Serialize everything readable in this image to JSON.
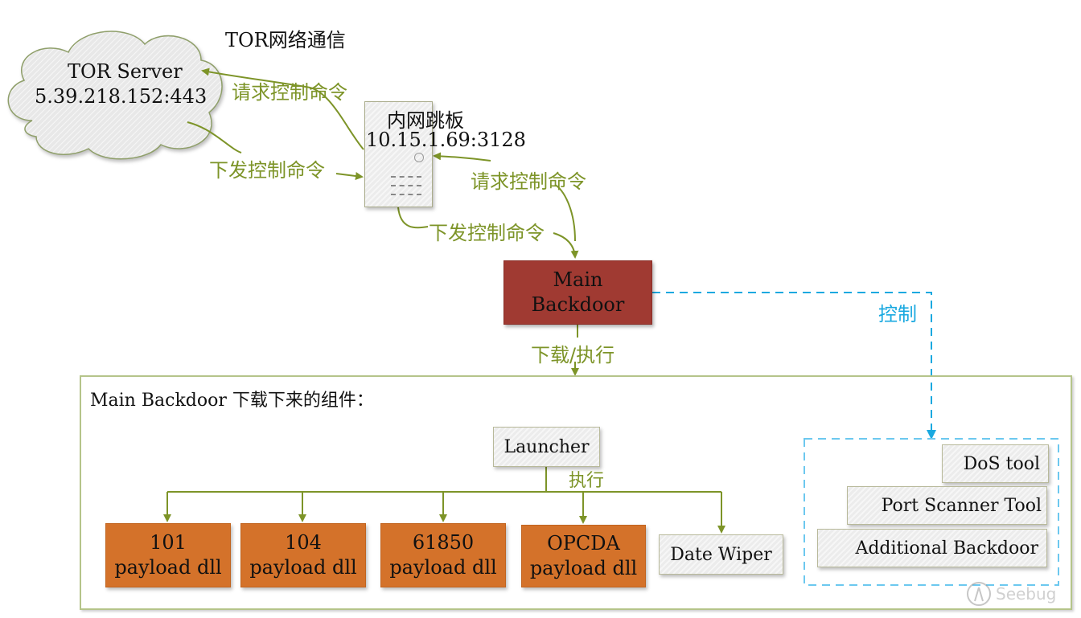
{
  "title": "TOR网络通信",
  "tor_server": {
    "name": "TOR Server",
    "address": "5.39.218.152:443"
  },
  "jump_host": {
    "name": "内网跳板",
    "address": "10.15.1.69:3128"
  },
  "edges": {
    "request_cmd_1": "请求控制命令",
    "issue_cmd_1": "下发控制命令",
    "request_cmd_2": "请求控制命令",
    "issue_cmd_2": "下发控制命令",
    "download_execute": "下载/执行",
    "control": "控制",
    "execute": "执行"
  },
  "main_backdoor": {
    "line1": "Main",
    "line2": "Backdoor"
  },
  "components_panel": {
    "title": "Main Backdoor 下载下来的组件：",
    "launcher": "Launcher",
    "payloads": [
      {
        "line1": "101",
        "line2": "payload dll"
      },
      {
        "line1": "104",
        "line2": "payload dll"
      },
      {
        "line1": "61850",
        "line2": "payload dll"
      },
      {
        "line1": "OPCDA",
        "line2": "payload dll"
      }
    ],
    "wiper": "Date Wiper",
    "tools": [
      "DoS tool",
      "Port Scanner Tool",
      "Additional Backdoor"
    ]
  },
  "watermark": "Seebug",
  "colors": {
    "arrow_green": "#7d9428",
    "control_blue": "#1aa9e0",
    "main_backdoor_red": "#a03a32",
    "payload_orange": "#d4722a",
    "panel_border": "#b5c48a"
  }
}
